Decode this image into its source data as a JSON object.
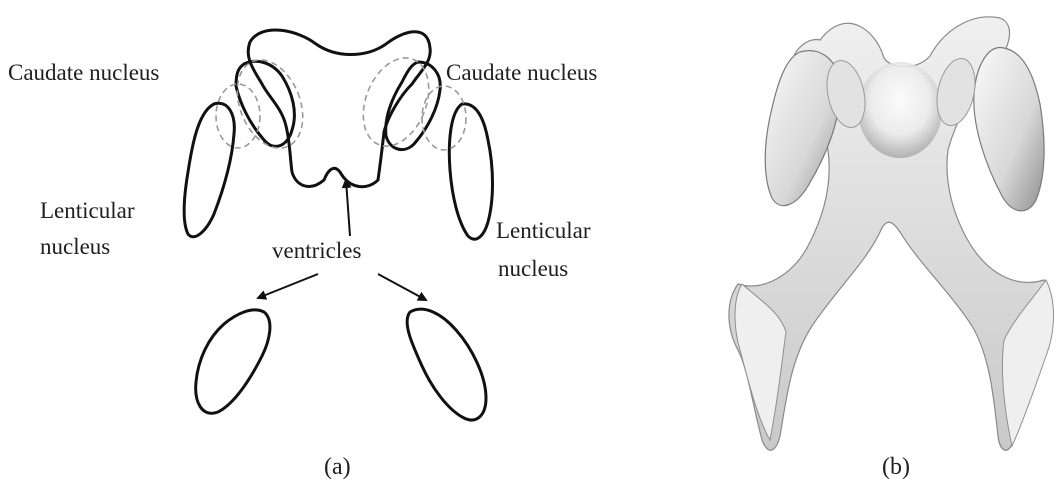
{
  "panel_a": {
    "caption": "(a)",
    "labels": {
      "caudate_left": "Caudate nucleus",
      "caudate_right": "Caudate nucleus",
      "lenticular_left_line1": "Lenticular",
      "lenticular_left_line2": "nucleus",
      "lenticular_right_line1": "Lenticular",
      "lenticular_right_line2": "nucleus",
      "ventricles": "ventricles"
    }
  },
  "panel_b": {
    "caption": "(b)"
  },
  "colors": {
    "outline": "#111111",
    "dashed": "#9a9a9a",
    "surface_light": "#f4f4f4",
    "surface_dark": "#8c8c8c"
  }
}
